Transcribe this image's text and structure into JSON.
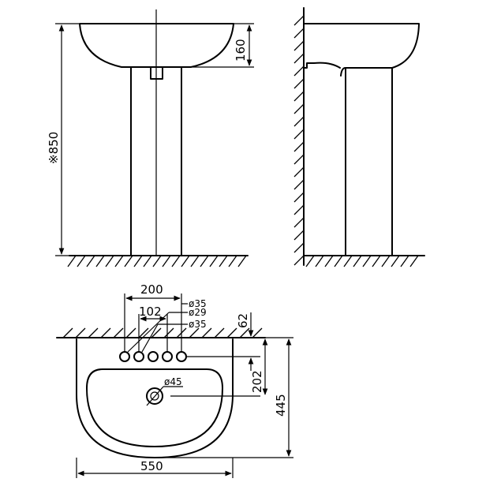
{
  "front_view": {
    "height_label": "※850",
    "bowl_depth_label": "160"
  },
  "top_view": {
    "width_label": "200",
    "spacing_label": "102",
    "hole_label_1": "ø35",
    "hole_label_2": "ø29",
    "hole_label_3": "ø35",
    "wall_offset_label": "62",
    "center_depth_label": "202",
    "overall_depth_label": "445",
    "drain_label": "ø45",
    "overall_width_label": "550"
  }
}
